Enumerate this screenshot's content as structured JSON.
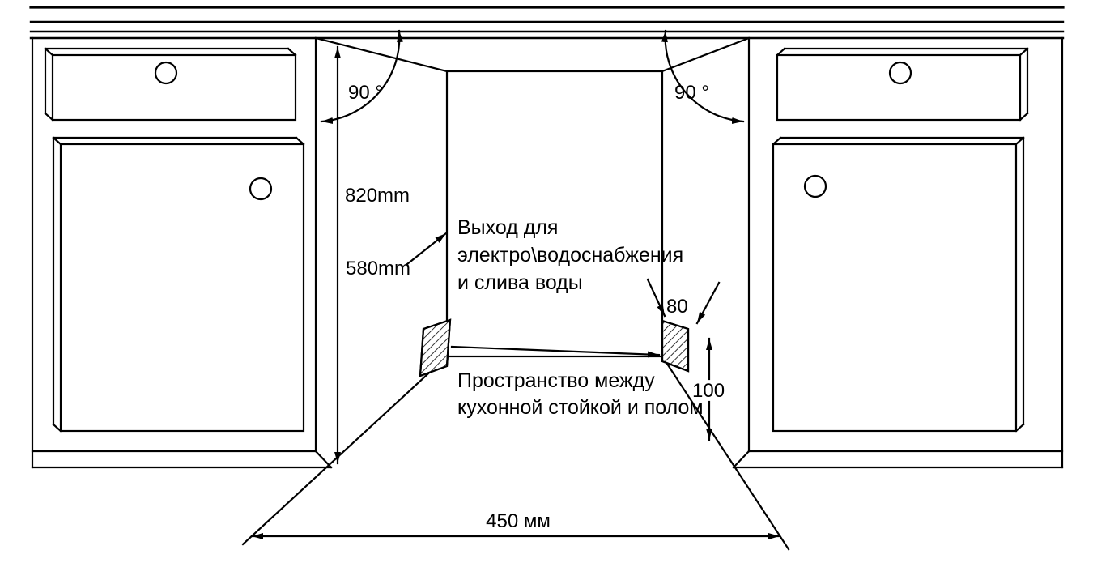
{
  "diagram": {
    "background_color": "#ffffff",
    "line_color": "#000000",
    "labels": {
      "angle_left": "90 °",
      "angle_right": "90 °",
      "niche_height": "820mm",
      "niche_depth": "580mm",
      "outlet_note_line1": "Выход для",
      "outlet_note_line2": "электро\\водоснабжения",
      "outlet_note_line3": "и слива воды",
      "plinth_depth": "80",
      "plinth_height": "100",
      "floor_space_note_line1": "Пространство между",
      "floor_space_note_line2": "кухонной стойкой и полом",
      "niche_width": "450 мм"
    }
  }
}
